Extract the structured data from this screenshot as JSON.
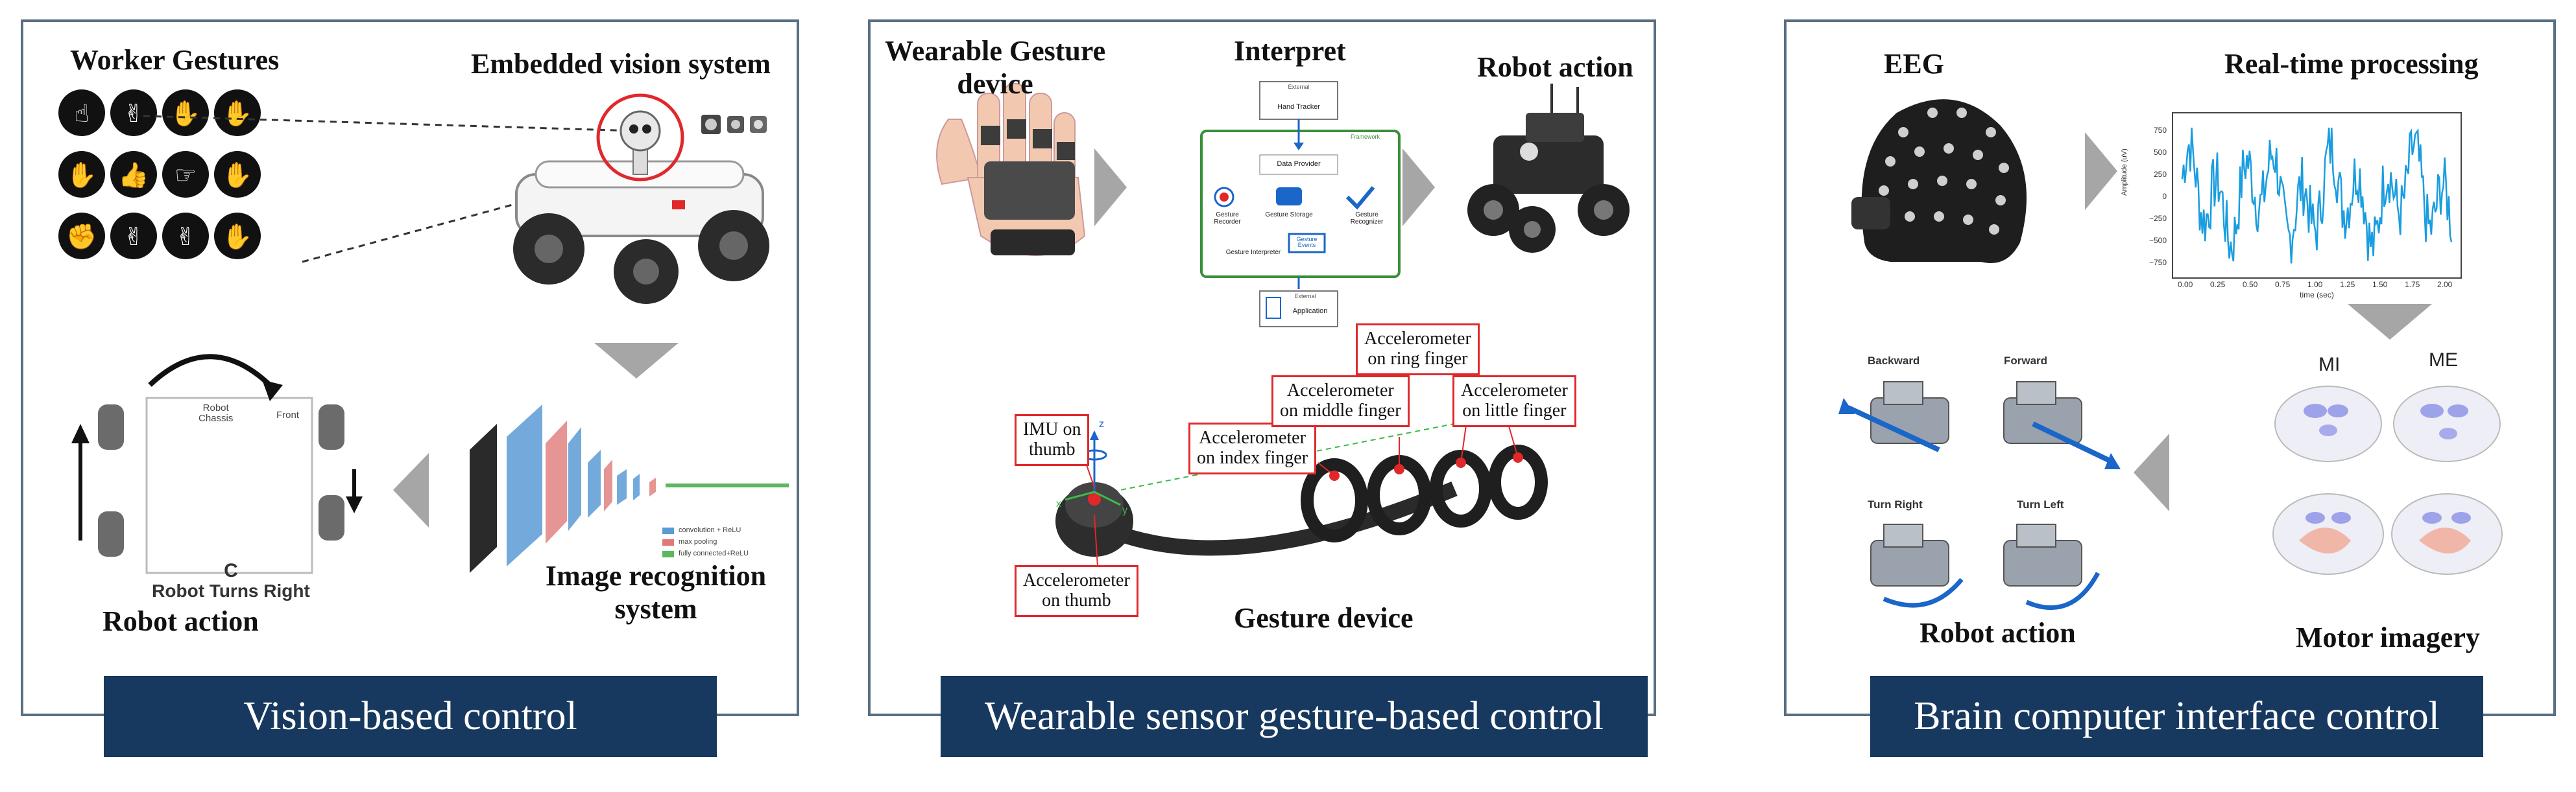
{
  "panels": {
    "vision": {
      "banner": "Vision-based control",
      "worker_gestures": "Worker Gestures",
      "embedded_vision": "Embedded vision system",
      "image_recognition_1": "Image recognition",
      "image_recognition_2": "system",
      "robot_action": "Robot action",
      "chassis_label_1": "Robot",
      "chassis_label_2": "Chassis",
      "chassis_front": "Front",
      "chassis_letter": "C",
      "robot_turns": "Robot Turns Right",
      "cnn_legend": [
        "convolution + ReLU",
        "max pooling",
        "fully connected+ReLU"
      ]
    },
    "wearable": {
      "banner": "Wearable sensor gesture-based control",
      "device_1": "Wearable Gesture",
      "device_2": "device",
      "interpret": "Interpret",
      "robot_action": "Robot action",
      "gesture_device": "Gesture device",
      "flow": {
        "hand_tracker": "Hand Tracker",
        "data_provider": "Data Provider",
        "gesture_recorder": "Gesture Recorder",
        "gesture_storage": "Gesture Storage",
        "gesture_recognizer": "Gesture Recognizer",
        "gesture_interpreter": "Gesture Interpreter",
        "gesture_events": "Gesture Events",
        "application": "Application",
        "framework": "Framework",
        "external_top": "External",
        "external_bottom": "External"
      },
      "callouts": {
        "imu_1": "IMU on",
        "imu_2": "thumb",
        "thumb_1": "Accelerometer",
        "thumb_2": "on thumb",
        "index_1": "Accelerometer",
        "index_2": "on index finger",
        "middle_1": "Accelerometer",
        "middle_2": "on middle finger",
        "ring_1": "Accelerometer",
        "ring_2": "on ring finger",
        "little_1": "Accelerometer",
        "little_2": "on little finger"
      },
      "axis_z": "z",
      "axis_x": "x",
      "axis_y": "y"
    },
    "bci": {
      "banner": "Brain computer interface control",
      "eeg": "EEG",
      "realtime": "Real-time processing",
      "robot_action": "Robot action",
      "motor_imagery": "Motor imagery",
      "mi": "MI",
      "me": "ME",
      "backward": "Backward",
      "forward": "Forward",
      "turn_right": "Turn Right",
      "turn_left": "Turn Left",
      "plot_ylabel": "Amplitude (uV)",
      "plot_xlabel": "time (sec)",
      "plot_yticks": [
        "750",
        "500",
        "250",
        "0",
        "−250",
        "−500",
        "−750"
      ],
      "plot_xticks": [
        "0.00",
        "0.25",
        "0.50",
        "0.75",
        "1.00",
        "1.25",
        "1.50",
        "1.75",
        "2.00"
      ]
    }
  },
  "colors": {
    "banner_bg": "#17395f",
    "panel_border": "#5a6f82",
    "arrow_gray": "#a6a6a6",
    "callout_red": "#e0282b",
    "eeg_trace": "#1a9de0"
  }
}
